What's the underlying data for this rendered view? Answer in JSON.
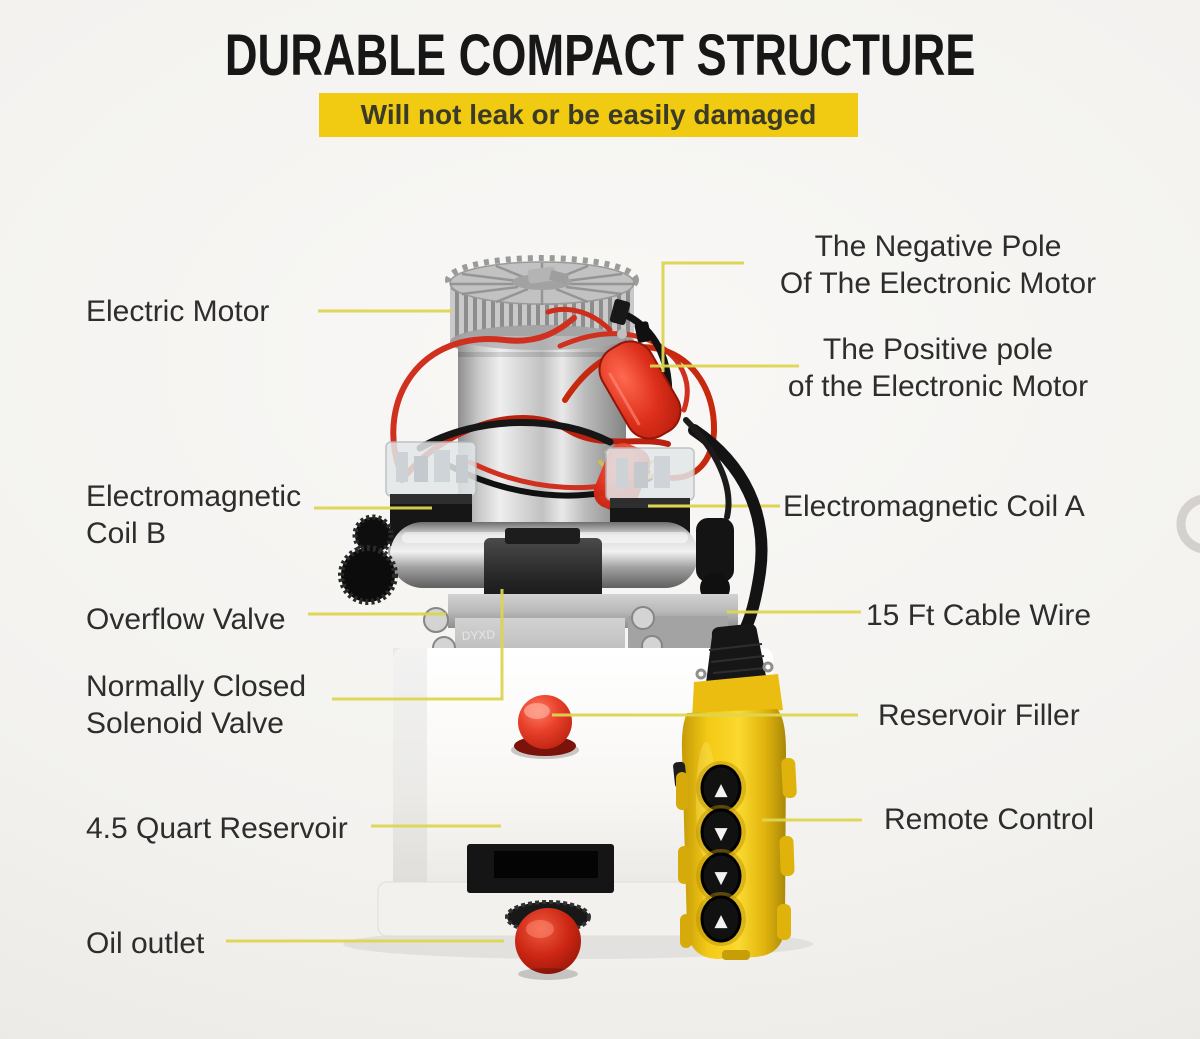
{
  "header": {
    "title": "DURABLE COMPACT STRUCTURE",
    "subtitle": "Will not leak or be easily damaged"
  },
  "colors": {
    "background": "#F3F2EF",
    "banner_bg": "#F1CA12",
    "title_text": "#171717",
    "label_text": "#2D2D2D",
    "leader_line": "#DDD550",
    "pendant_yellow": "#F3CA16",
    "cap_red": "#D6301C"
  },
  "diagram": {
    "labels": {
      "electric_motor": {
        "lines": [
          "Electric Motor"
        ]
      },
      "coil_b": {
        "lines": [
          "Electromagnetic",
          "Coil B"
        ]
      },
      "overflow_valve": {
        "lines": [
          "Overflow Valve"
        ]
      },
      "nc_solenoid": {
        "lines": [
          "Normally Closed",
          "Solenoid Valve"
        ]
      },
      "reservoir": {
        "lines": [
          "4.5 Quart Reservoir"
        ]
      },
      "oil_outlet": {
        "lines": [
          "Oil outlet"
        ]
      },
      "negative_pole": {
        "lines": [
          "The Negative Pole",
          "Of The Electronic Motor"
        ]
      },
      "positive_pole": {
        "lines": [
          "The Positive pole",
          "of the Electronic Motor"
        ]
      },
      "coil_a": {
        "lines": [
          "Electromagnetic Coil A"
        ]
      },
      "cable_wire": {
        "lines": [
          "15 Ft Cable Wire"
        ]
      },
      "reservoir_filler": {
        "lines": [
          "Reservoir Filler"
        ]
      },
      "remote_control": {
        "lines": [
          "Remote Control"
        ]
      }
    },
    "block_stamp": "DYXD",
    "remote_buttons": [
      "▲",
      "▼",
      "▼",
      "▲"
    ]
  }
}
